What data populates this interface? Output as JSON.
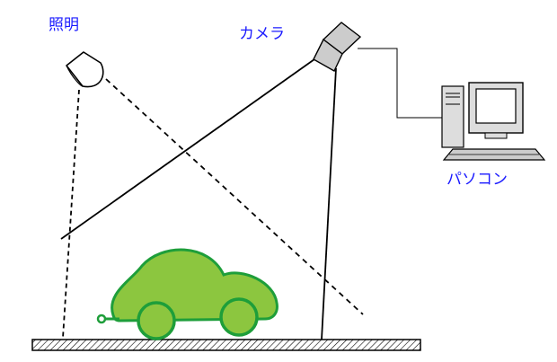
{
  "labels": {
    "light": "照明",
    "camera": "カメラ",
    "pc": "パソコン"
  },
  "colors": {
    "label_text": "#1a1aff",
    "car_fill": "#8cc63f",
    "car_outline": "#1e9e3a",
    "outline": "#000000"
  }
}
